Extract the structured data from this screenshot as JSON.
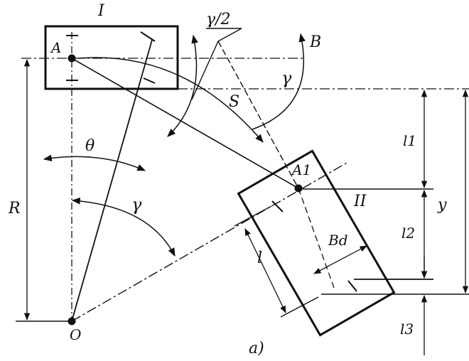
{
  "labels": {
    "roman_one": "I",
    "roman_two": "II",
    "half_gamma": "γ/2",
    "gamma_right": "γ",
    "gamma_left": "γ",
    "point_b": "B",
    "point_a": "A",
    "point_a1": "A1",
    "point_o": "O",
    "theta": "θ",
    "r_label": "R",
    "s_label": "S",
    "l1": "l1",
    "l2": "l2",
    "l3": "l3",
    "y_label": "y",
    "l_label": "l",
    "bd_label": "Bd",
    "caption": "a)"
  },
  "colors": {
    "ink": "#111111",
    "paper": "#ffffff"
  }
}
